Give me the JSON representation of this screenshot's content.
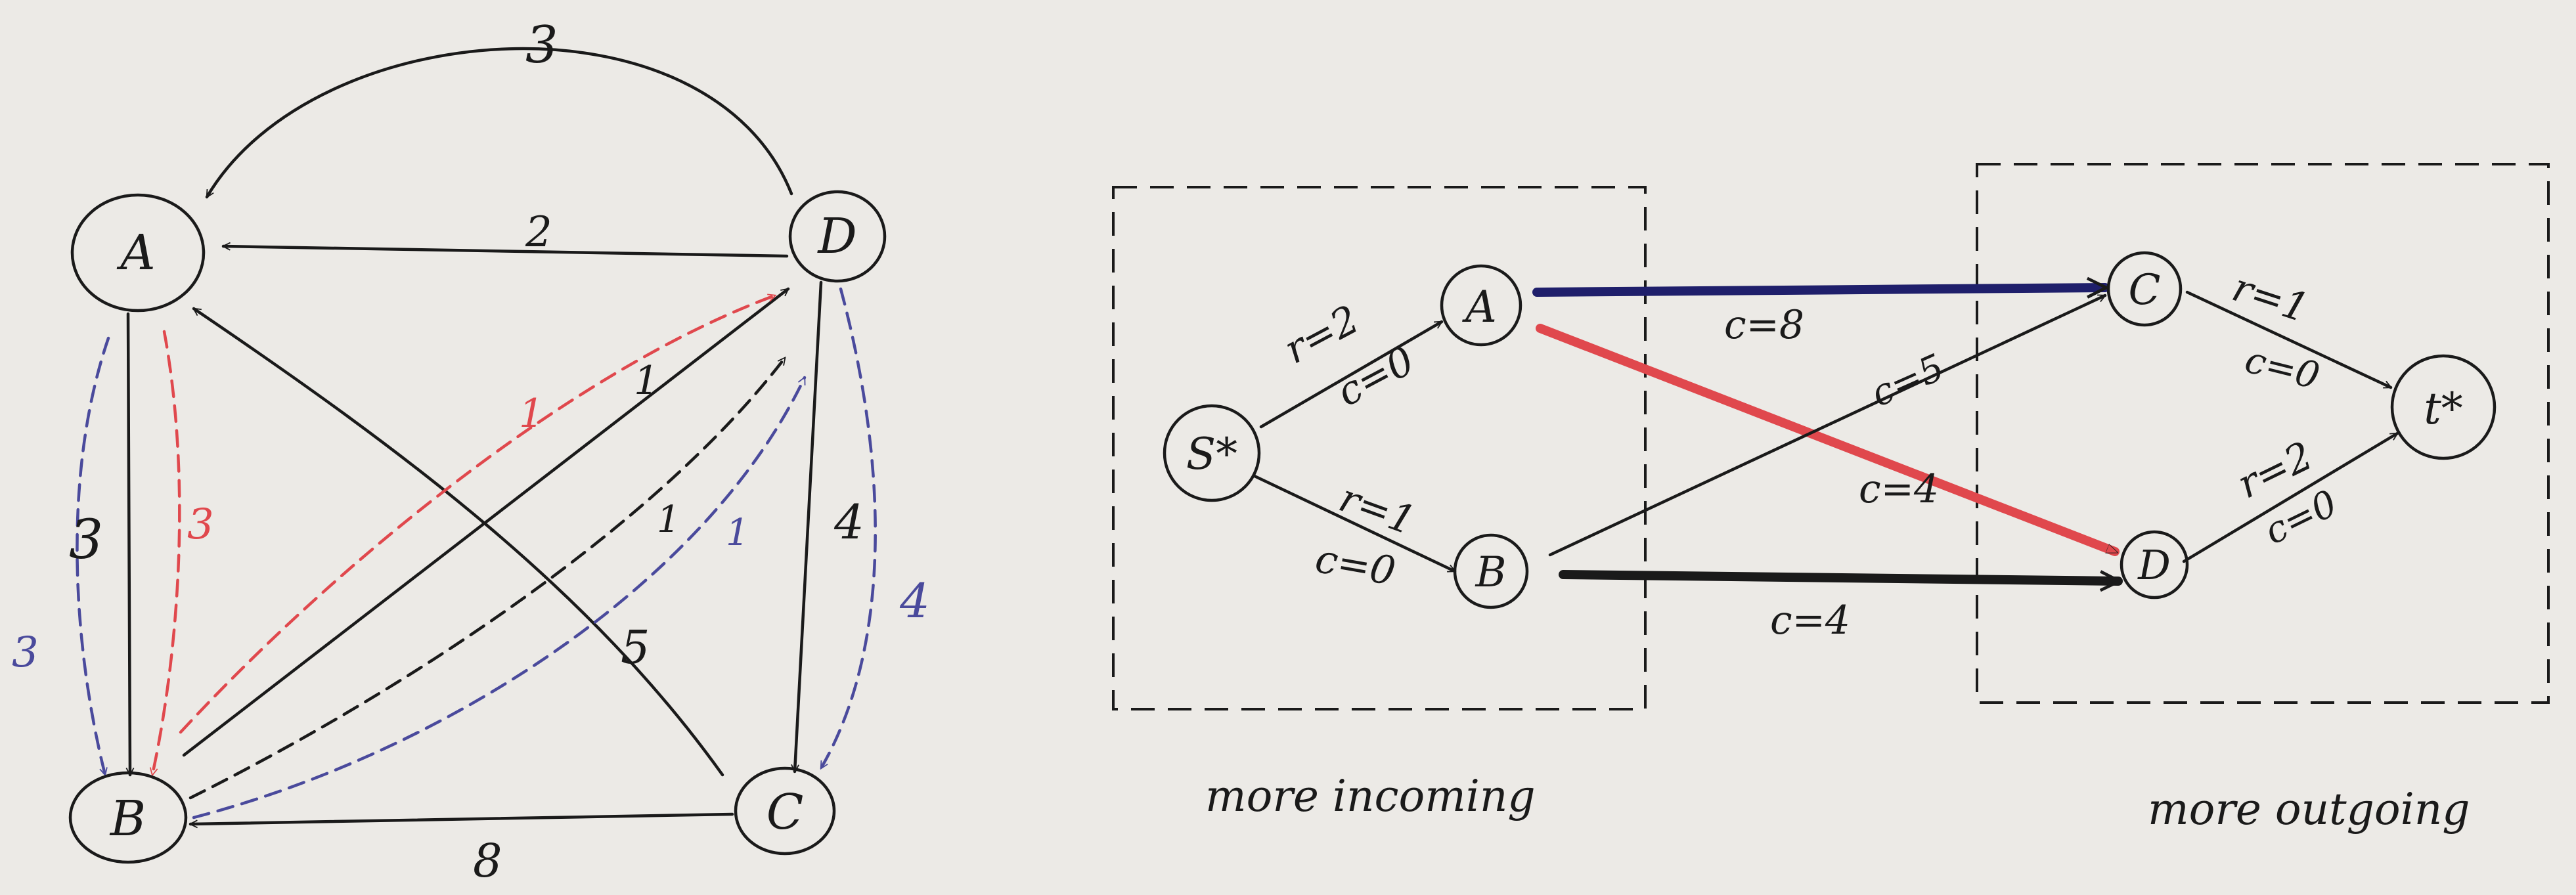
{
  "colors": {
    "ink": "#1a1a1a",
    "red": "#e0484d",
    "blue": "#4a4a9c",
    "navy": "#1f1f6b",
    "paper": "#eceae6"
  },
  "left_graph": {
    "nodes": {
      "A": "A",
      "B": "B",
      "C": "C",
      "D": "D"
    },
    "edge_labels": {
      "d_to_a_arc": "3",
      "d_to_a": "2",
      "a_to_b": "3",
      "a_to_b_red": "3",
      "a_to_b_blue": "3",
      "d_to_c": "4",
      "d_to_c_blue": "4",
      "c_to_b": "8",
      "c_to_a": "5",
      "b_to_d": "1",
      "b_to_d_red": "1",
      "b_to_d_black_dash": "1",
      "b_to_d_blue": "1"
    }
  },
  "right_graph": {
    "nodes": {
      "S": "S*",
      "A": "A",
      "B": "B",
      "C": "C",
      "D": "D",
      "T": "t*"
    },
    "edge_labels": {
      "s_a_r": "r=2",
      "s_a_c": "c=0",
      "s_b_r": "r=1",
      "s_b_c": "c=0",
      "a_c": "c=8",
      "a_d": "c=4",
      "b_c": "c=5",
      "b_d": "c=4",
      "c_t_r": "r=1",
      "c_t_c": "c=0",
      "d_t_r": "r=2",
      "d_t_c": "c=0"
    },
    "captions": {
      "incoming": "more incoming",
      "outgoing": "more outgoing"
    }
  }
}
